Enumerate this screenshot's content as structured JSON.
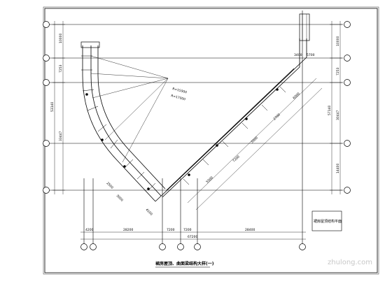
{
  "drawing": {
    "title": "裙房屋顶、曲面梁结构大样(一)",
    "subtitle_box": "裙房屋顶结构平面",
    "watermark": "zhulong.com",
    "dims_bottom": [
      "4200",
      "28200",
      "7200",
      "7200",
      "28400"
    ],
    "dims_bottom_total": "67200",
    "dims_left": [
      "10000",
      "7253",
      "33447"
    ],
    "dims_left_total": "53140",
    "dims_right": [
      "10000",
      "7253",
      "30447",
      "14400"
    ],
    "dims_right_total": "57140",
    "radius_labels": [
      "R=15900",
      "R=17000"
    ],
    "beam_dims": [
      "2500",
      "3000",
      "4100",
      "5500",
      "7200",
      "3900",
      "2700",
      "6000",
      "5700",
      "3400"
    ]
  }
}
